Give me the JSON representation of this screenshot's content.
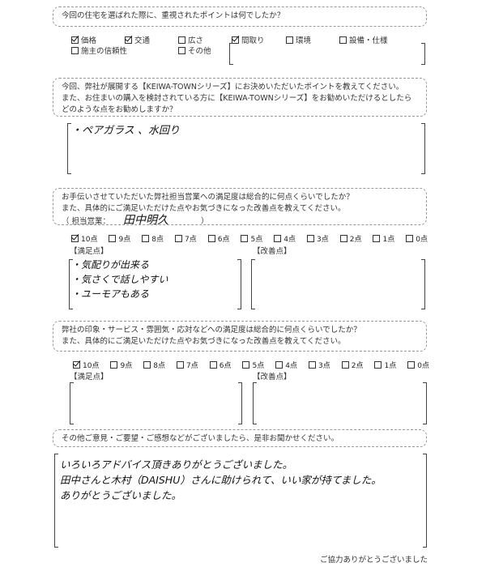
{
  "q1": {
    "question": "今回の住宅を選ばれた際に、重視されたポイントは何でしたか？",
    "options": [
      {
        "label": "価格",
        "checked": true
      },
      {
        "label": "交通",
        "checked": true
      },
      {
        "label": "広さ",
        "checked": false
      },
      {
        "label": "間取り",
        "checked": true
      },
      {
        "label": "環境",
        "checked": false
      },
      {
        "label": "設備・仕様",
        "checked": false
      },
      {
        "label": "施主の信頼性",
        "checked": false
      },
      {
        "label": "その他",
        "checked": false
      }
    ]
  },
  "q2": {
    "question_lines": [
      "今回、弊社が展開する【KEIWA-TOWNシリーズ】にお決めいただいたポイントを教えてください。",
      "また、お住まいの購入を検討されている方に【KEIWA-TOWNシリーズ】をお勧めいただけるとしたら",
      "どのような点をお勧めしますか？"
    ],
    "answer": "・ペアガラス 、水回り"
  },
  "q3": {
    "question_lines": [
      "お手伝いさせていただいた弊社担当営業への満足度は総合的に何点くらいでしたか？",
      "また、具体的にご満足いただけた点やお気づきになった改善点を教えてください。"
    ],
    "rep_label": "（ 担当営業：",
    "rep_close": "）",
    "rep_name": "田中明久",
    "scores": [
      "10点",
      "9点",
      "8点",
      "7点",
      "6点",
      "5点",
      "4点",
      "3点",
      "2点",
      "1点",
      "0点"
    ],
    "selected": "10点",
    "satisfied_label": "【満足点】",
    "improve_label": "【改善点】",
    "satisfied": [
      "・気配りが出来る",
      "・気さくで話しやすい",
      "・ユーモアもある"
    ]
  },
  "q4": {
    "question_lines": [
      "弊社の印象・サービス・雰囲気・応対などへの満足度は総合的に何点くらいでしたか？",
      "また、具体的にご満足いただけた点やお気づきになった改善点を教えてください。"
    ],
    "scores": [
      "10点",
      "9点",
      "8点",
      "7点",
      "6点",
      "5点",
      "4点",
      "3点",
      "2点",
      "1点",
      "0点"
    ],
    "selected": "10点",
    "satisfied_label": "【満足点】",
    "improve_label": "【改善点】"
  },
  "q5": {
    "question": "その他ご意見・ご要望・ご感想などがございましたら、是非お聞かせください。",
    "answer": [
      "いろいろアドバイス頂きありがとうございました。",
      "田中さんと木村（DAISHU）さんに助けられて、いい家が持てました。",
      "ありがとうございました。"
    ]
  },
  "footer": "ご協力ありがとうございました"
}
